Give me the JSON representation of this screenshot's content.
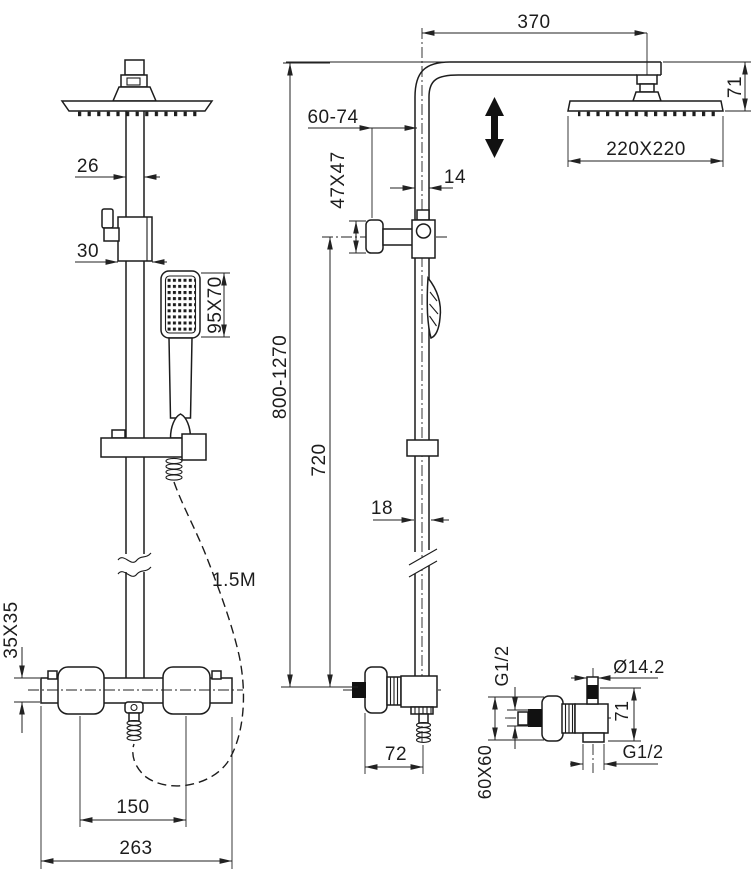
{
  "drawing": {
    "kind": "technical dimension drawing",
    "subject": "thermostatic shower column with overhead shower, hand shower and outlet elbow detail",
    "line_color": "#1c1c1c",
    "background_color": "#ffffff"
  },
  "left_view": {
    "dim_head_pipe_width": "26",
    "dim_diverter_width": "30",
    "dim_handset_head": "95X70",
    "hose_length_label": "1.5M",
    "dim_valve_section": "35X35",
    "dim_inlet_centers": "150",
    "dim_valve_length": "263"
  },
  "right_view": {
    "dim_arm_length": "370",
    "dim_head_drop": "71",
    "dim_head_size": "220X220",
    "dim_wall_clearance": "60-74",
    "dim_bracket": "47X47",
    "dim_pipe_upper": "14",
    "dim_total_height": "800-1270",
    "dim_riser_height": "720",
    "dim_pipe_lower": "18",
    "dim_valve_depth": "72"
  },
  "outlet_detail": {
    "dim_thread_top": "G1/2",
    "dim_diameter": "Ø14.2",
    "dim_height": "71",
    "dim_thread_bottom": "G1/2",
    "dim_plate": "60X60"
  }
}
